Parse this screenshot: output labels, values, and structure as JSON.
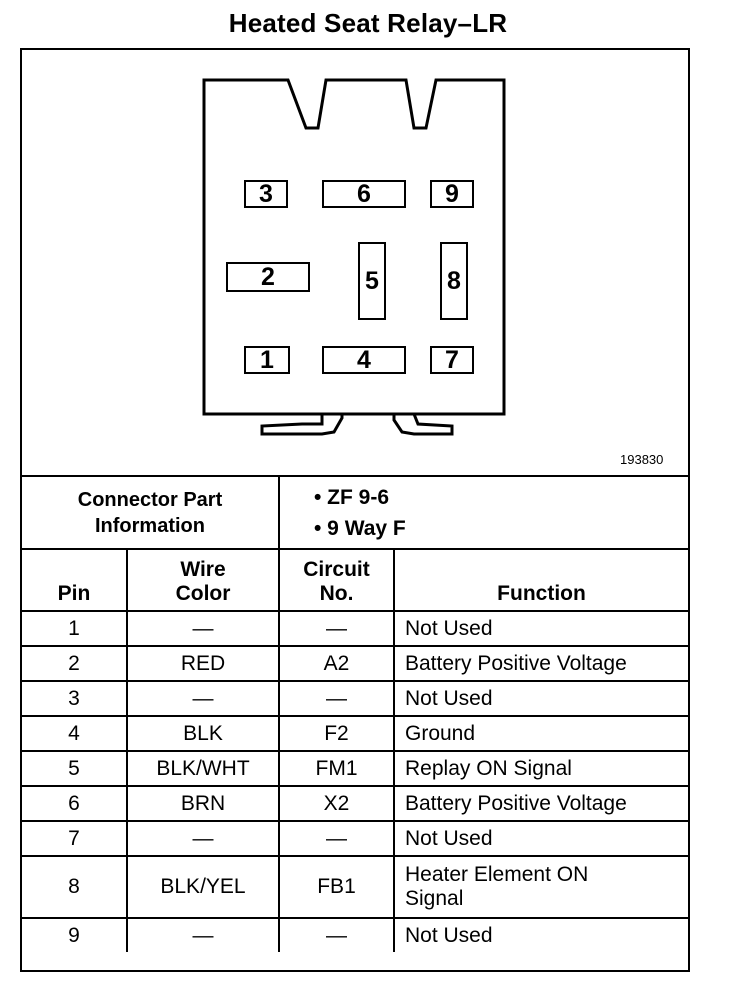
{
  "title": "Heated Seat Relay–LR",
  "figure_id": "193830",
  "connector": {
    "pins": [
      "3",
      "6",
      "9",
      "2",
      "5",
      "8",
      "1",
      "4",
      "7"
    ]
  },
  "connector_info": {
    "label_line1": "Connector Part",
    "label_line2": "Information",
    "items": [
      "• ZF 9-6",
      "• 9 Way F"
    ]
  },
  "table": {
    "headers": {
      "pin": "Pin",
      "wire_color_1": "Wire",
      "wire_color_2": "Color",
      "circuit_1": "Circuit",
      "circuit_2": "No.",
      "function": "Function"
    },
    "rows": [
      {
        "pin": "1",
        "wire": "—",
        "circuit": "—",
        "function": "Not Used"
      },
      {
        "pin": "2",
        "wire": "RED",
        "circuit": "A2",
        "function": "Battery Positive Voltage"
      },
      {
        "pin": "3",
        "wire": "—",
        "circuit": "—",
        "function": "Not Used"
      },
      {
        "pin": "4",
        "wire": "BLK",
        "circuit": "F2",
        "function": "Ground"
      },
      {
        "pin": "5",
        "wire": "BLK/WHT",
        "circuit": "FM1",
        "function": "Replay ON Signal"
      },
      {
        "pin": "6",
        "wire": "BRN",
        "circuit": "X2",
        "function": "Battery Positive Voltage"
      },
      {
        "pin": "7",
        "wire": "—",
        "circuit": "—",
        "function": "Not Used"
      },
      {
        "pin": "8",
        "wire": "BLK/YEL",
        "circuit": "FB1",
        "function_line1": "Heater Element ON",
        "function_line2": "Signal"
      },
      {
        "pin": "9",
        "wire": "—",
        "circuit": "—",
        "function": "Not Used"
      }
    ]
  }
}
